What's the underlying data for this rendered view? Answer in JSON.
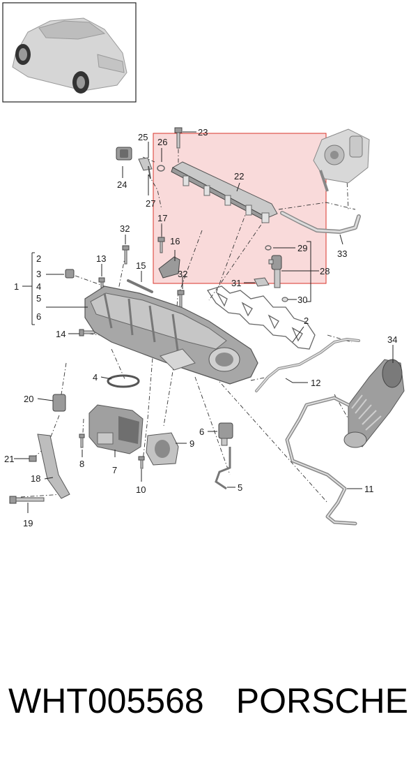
{
  "diagram": {
    "callouts": {
      "p1": "1",
      "p2": "2",
      "p3": "3",
      "p4": "4",
      "p5": "5",
      "p6": "6",
      "p7": "7",
      "p8": "8",
      "p9": "9",
      "p10": "10",
      "p11": "11",
      "p12": "12",
      "p13": "13",
      "p14": "14",
      "p15": "15",
      "p16": "16",
      "p17": "17",
      "p18": "18",
      "p19": "19",
      "p20": "20",
      "p21": "21",
      "p22": "22",
      "p23": "23",
      "p24": "24",
      "p25": "25",
      "p26": "26",
      "p27": "27",
      "p28": "28",
      "p29": "29",
      "p30": "30",
      "p31": "31",
      "p32": "32",
      "p33": "33",
      "p34": "34",
      "bracket_2": "2",
      "bracket_3": "3",
      "bracket_4": "4",
      "bracket_5": "5",
      "bracket_6": "6",
      "p2_gasket": "2",
      "p4_seal": "4",
      "p5_hose": "5",
      "p6_valve": "6",
      "p32b": "32"
    },
    "highlight_color": "#f9dada",
    "highlight_border": "#d9342b"
  },
  "footer": {
    "code": "WHT005568",
    "brand": "PORSCHE"
  }
}
